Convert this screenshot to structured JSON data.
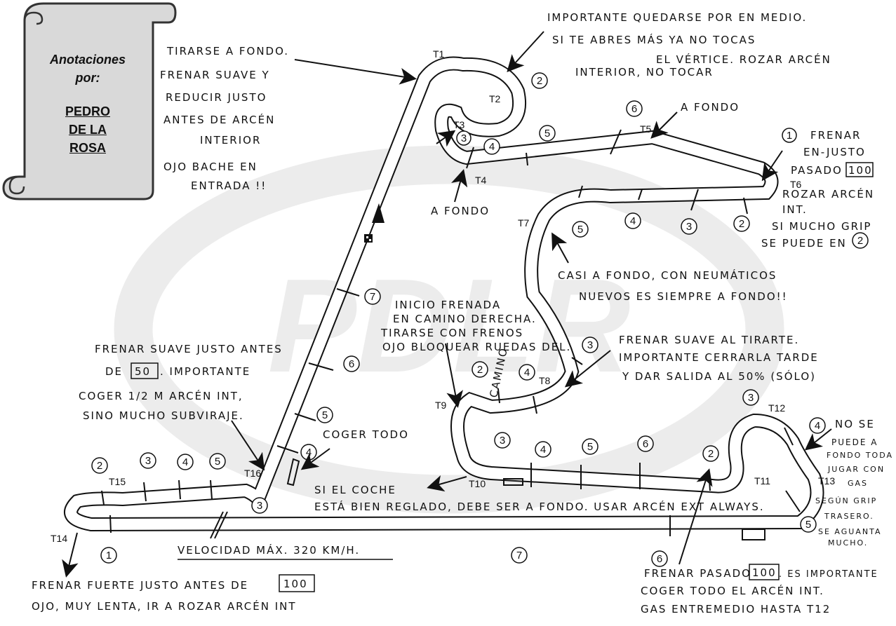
{
  "watermark": {
    "text": "PDLR",
    "color": "#ececec"
  },
  "scroll": {
    "line1": "Anotaciones",
    "line2": "por:",
    "name1": "PEDRO",
    "name2": "DE LA",
    "name3": "ROSA",
    "fill": "#d9d9d9"
  },
  "turns": {
    "t1": "T1",
    "t2": "T2",
    "t3": "T3",
    "t4": "T4",
    "t5": "T5",
    "t6": "T6",
    "t7": "T7",
    "t8": "T8",
    "t9": "T9",
    "t10": "T10",
    "t11": "T11",
    "t12": "T12",
    "t13": "T13",
    "t14": "T14",
    "t15": "T15",
    "t16": "T16"
  },
  "boards": {
    "b2_t2": "2",
    "b3_t3": "3",
    "b4_t4": "4",
    "b5_t4": "5",
    "b6_t5": "6",
    "b1_t6": "1",
    "b2_t6": "2",
    "b3_t6": "3",
    "b4_t6": "4",
    "b5_t6": "5",
    "b7_back": "7",
    "b6_back": "6",
    "b5_back": "5",
    "b4_back": "4",
    "b3_t16": "3",
    "b2_t15": "2",
    "b3_t15": "3",
    "b4_t15": "4",
    "b5_t15": "5",
    "b1_t14": "1",
    "b7_main": "7",
    "b3_t8": "3",
    "b4_t8": "4",
    "b2_t9": "2",
    "b3_t10": "3",
    "b4_t10": "4",
    "b5_t10": "5",
    "b6_t10": "6",
    "b2_t11": "2",
    "b3_t12": "3",
    "b4_t12": "4",
    "b5_t13": "5",
    "b6_t11": "6"
  },
  "notes": {
    "t1": [
      "TIRARSE A FONDO.",
      "FRENAR SUAVE Y",
      "REDUCIR JUSTO",
      "ANTES DE ARCÉN",
      "INTERIOR",
      "OJO BACHE EN",
      "ENTRADA !!"
    ],
    "t2": [
      "IMPORTANTE QUEDARSE POR EN MEDIO.",
      "SI TE ABRES MÁS YA NO TOCAS",
      "EL VÉRTICE. ROZAR ARCÉN",
      "INTERIOR, NO TOCAR"
    ],
    "t5": "A FONDO",
    "t4": "A FONDO",
    "t6": [
      "FRENAR",
      "EN-JUSTO",
      "PASADO",
      "ROZAR ARCÉN",
      "INT.",
      "SI MUCHO GRIP",
      "SE PUEDE EN"
    ],
    "t6_box": "100",
    "t6_circle": "2",
    "t7": [
      "CASI A FONDO, CON NEUMÁTICOS",
      "NUEVOS ES SIEMPRE A FONDO!!"
    ],
    "t9": [
      "INICIO FRENADA",
      "EN CAMINO DERECHA.",
      "TIRARSE CON FRENOS",
      "OJO BLOQUEAR RUEDAS DEL."
    ],
    "camino": "CAMINO",
    "t8": [
      "FRENAR SUAVE AL TIRARTE.",
      "IMPORTANTE CERRARLA TARDE",
      "Y DAR SALIDA AL 50% (SÓLO)"
    ],
    "t16": [
      "FRENAR SUAVE JUSTO ANTES",
      "DE",
      ". IMPORTANTE",
      "COGER 1/2 M ARCÉN INT,",
      "SINO MUCHO SUBVIRAJE."
    ],
    "t16_box": "50",
    "coger": "COGER TODO",
    "t10": [
      "SI EL COCHE",
      "ESTÁ BIEN REGLADO, DEBE SER A FONDO. USAR ARCÉN EXT ALWAYS."
    ],
    "t12": [
      "NO SE",
      "PUEDE A",
      "FONDO TODA",
      "JUGAR CON",
      "GAS",
      "SEGÚN GRIP",
      "TRASERO.",
      "SE AGUANTA",
      "MUCHO."
    ],
    "speed": "VELOCIDAD MÁX. 320 KM/H.",
    "t14": [
      "FRENAR FUERTE JUSTO ANTES DE",
      "OJO, MUY LENTA, IR A ROZAR ARCÉN INT"
    ],
    "t14_box": "100",
    "t11": [
      "FRENAR PASADO",
      ". ES IMPORTANTE",
      "COGER TODO EL ARCÉN INT.",
      "GAS ENTREMEDIO HASTA T12"
    ],
    "t11_box": "100"
  }
}
